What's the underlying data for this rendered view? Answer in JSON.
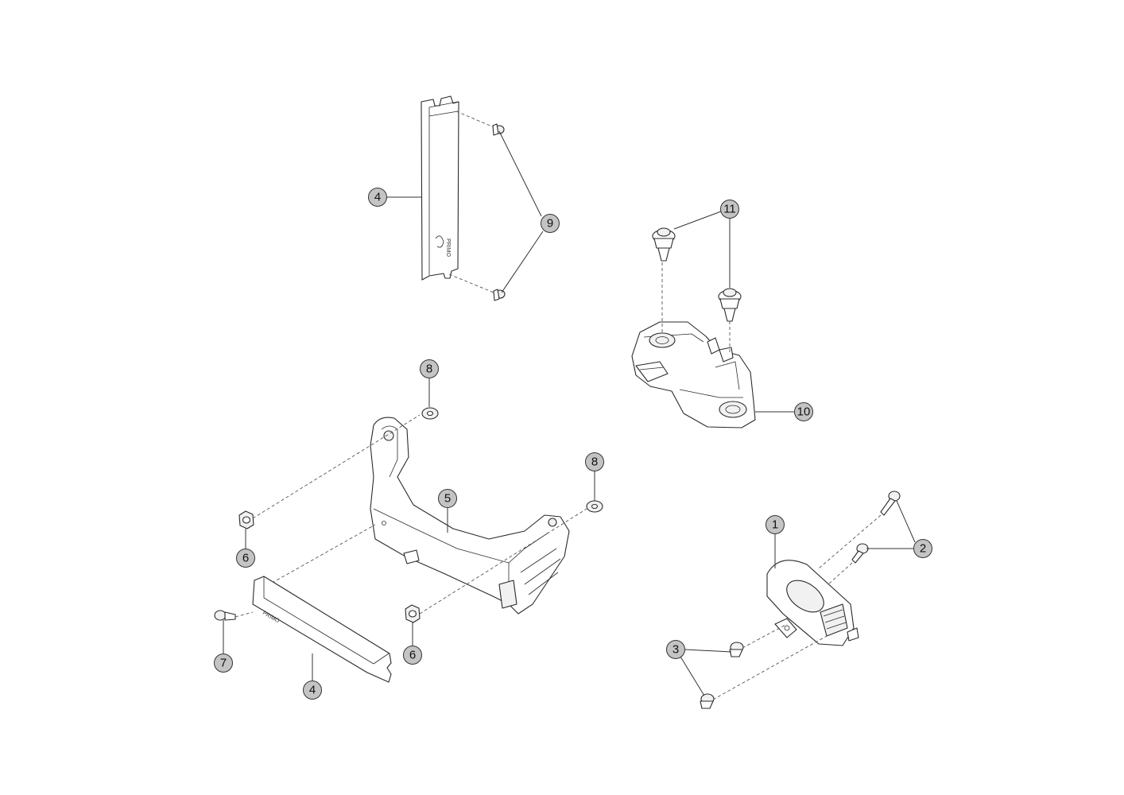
{
  "callouts": [
    {
      "id": "c4a",
      "label": "4"
    },
    {
      "id": "c9",
      "label": "9"
    },
    {
      "id": "c11",
      "label": "11"
    },
    {
      "id": "c10",
      "label": "10"
    },
    {
      "id": "c8a",
      "label": "8"
    },
    {
      "id": "c8b",
      "label": "8"
    },
    {
      "id": "c5",
      "label": "5"
    },
    {
      "id": "c6a",
      "label": "6"
    },
    {
      "id": "c6b",
      "label": "6"
    },
    {
      "id": "c7",
      "label": "7"
    },
    {
      "id": "c4b",
      "label": "4"
    },
    {
      "id": "c1",
      "label": "1"
    },
    {
      "id": "c2",
      "label": "2"
    },
    {
      "id": "c3",
      "label": "3"
    }
  ]
}
